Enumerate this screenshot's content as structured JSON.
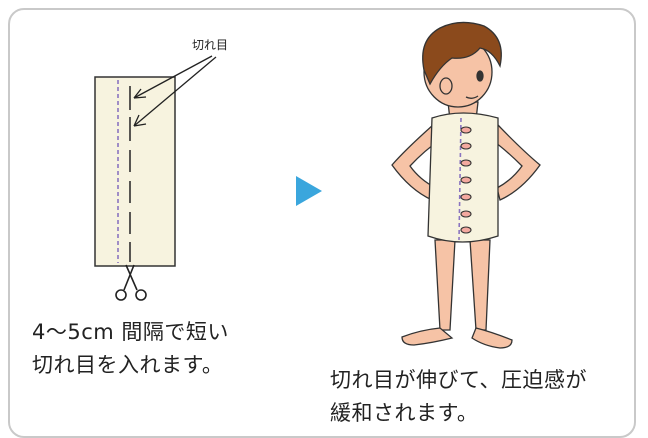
{
  "annotation_label": "切れ目",
  "left_caption": {
    "line1": "4〜5cm 間隔で短い",
    "line2": "切れ目を入れます。"
  },
  "right_caption": {
    "line1": "切れ目が伸びて、圧迫感が",
    "line2": "緩和されます。"
  },
  "colors": {
    "frame": "#c9c9c9",
    "cloth": "#f7f3df",
    "arrow": "#3aa6dd",
    "fold_line": "#8a74c0",
    "skin": "#f6c3a6",
    "hair": "#8b4a1c"
  },
  "icons": [
    "scissors-icon",
    "next-arrow-icon"
  ]
}
